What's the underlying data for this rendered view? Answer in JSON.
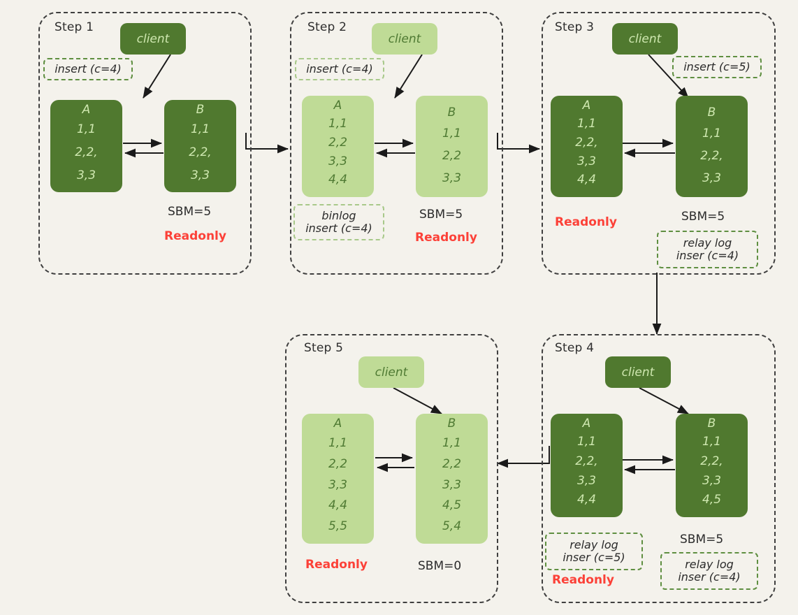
{
  "diagram": {
    "title": "MySQL master-slave replication step sequence",
    "colors": {
      "background": "#f4f2ec",
      "node_dark": "#50792f",
      "node_light": "#bfdb96",
      "text_dark_node": "#cfe8b0",
      "text_light_node": "#4f7a33",
      "panel_border": "#3f3f3f",
      "tag_border": "#5f8f41",
      "readonly_red": "#fc4138",
      "arrow": "#1a1a1a"
    }
  },
  "steps": [
    {
      "id": "step1",
      "title": "Step 1",
      "client": {
        "label": "client",
        "tone": "dark"
      },
      "tag_left": {
        "lines": [
          "insert (c=4)"
        ],
        "tone": "strong"
      },
      "nodeA": {
        "name": "A",
        "tone": "dark",
        "rows": [
          "1,1",
          "2,2,",
          "3,3"
        ]
      },
      "nodeB": {
        "name": "B",
        "tone": "dark",
        "rows": [
          "1,1",
          "2,2,",
          "3,3"
        ]
      },
      "sbm": "SBM=5",
      "readonly": "Readonly"
    },
    {
      "id": "step2",
      "title": "Step 2",
      "client": {
        "label": "client",
        "tone": "light"
      },
      "tag_left": {
        "lines": [
          "insert (c=4)"
        ],
        "tone": "soft"
      },
      "nodeA": {
        "name": "A",
        "tone": "light",
        "rows": [
          "1,1",
          "2,2",
          "3,3",
          "4,4"
        ]
      },
      "nodeB": {
        "name": "B",
        "tone": "light",
        "rows": [
          "1,1",
          "2,2",
          "3,3"
        ]
      },
      "tag_binlog": {
        "lines": [
          "binlog",
          "insert (c=4)"
        ],
        "tone": "soft"
      },
      "sbm": "SBM=5",
      "readonly": "Readonly"
    },
    {
      "id": "step3",
      "title": "Step 3",
      "client": {
        "label": "client",
        "tone": "dark"
      },
      "tag_insert": {
        "lines": [
          "insert (c=5)"
        ],
        "tone": "strong"
      },
      "nodeA": {
        "name": "A",
        "tone": "dark",
        "rows": [
          "1,1",
          "2,2,",
          "3,3",
          "4,4"
        ]
      },
      "nodeB": {
        "name": "B",
        "tone": "dark",
        "rows": [
          "1,1",
          "2,2,",
          "3,3"
        ]
      },
      "readonly": "Readonly",
      "sbm": "SBM=5",
      "tag_relay": {
        "lines": [
          "relay log",
          "inser (c=4)"
        ],
        "tone": "strong"
      }
    },
    {
      "id": "step4",
      "title": "Step 4",
      "client": {
        "label": "client",
        "tone": "dark"
      },
      "nodeA": {
        "name": "A",
        "tone": "dark",
        "rows": [
          "1,1",
          "2,2,",
          "3,3",
          "4,4"
        ]
      },
      "nodeB": {
        "name": "B",
        "tone": "dark",
        "rows": [
          "1,1",
          "2,2,",
          "3,3",
          "4,5"
        ]
      },
      "tag_relay_a": {
        "lines": [
          "relay log",
          "inser (c=5)"
        ],
        "tone": "strong"
      },
      "readonly": "Readonly",
      "sbm": "SBM=5",
      "tag_relay_b": {
        "lines": [
          "relay log",
          "inser (c=4)"
        ],
        "tone": "strong"
      }
    },
    {
      "id": "step5",
      "title": "Step 5",
      "client": {
        "label": "client",
        "tone": "light"
      },
      "nodeA": {
        "name": "A",
        "tone": "light",
        "rows": [
          "1,1",
          "2,2",
          "3,3",
          "4,4",
          "5,5"
        ]
      },
      "nodeB": {
        "name": "B",
        "tone": "light",
        "rows": [
          "1,1",
          "2,2",
          "3,3",
          "4,5",
          "5,4"
        ]
      },
      "readonly": "Readonly",
      "sbm": "SBM=0"
    }
  ],
  "flow": {
    "connector_1_to_2": "arrow-right",
    "connector_2_to_3": "arrow-right",
    "connector_3_to_4": "arrow-down",
    "connector_4_to_5": "arrow-left"
  }
}
